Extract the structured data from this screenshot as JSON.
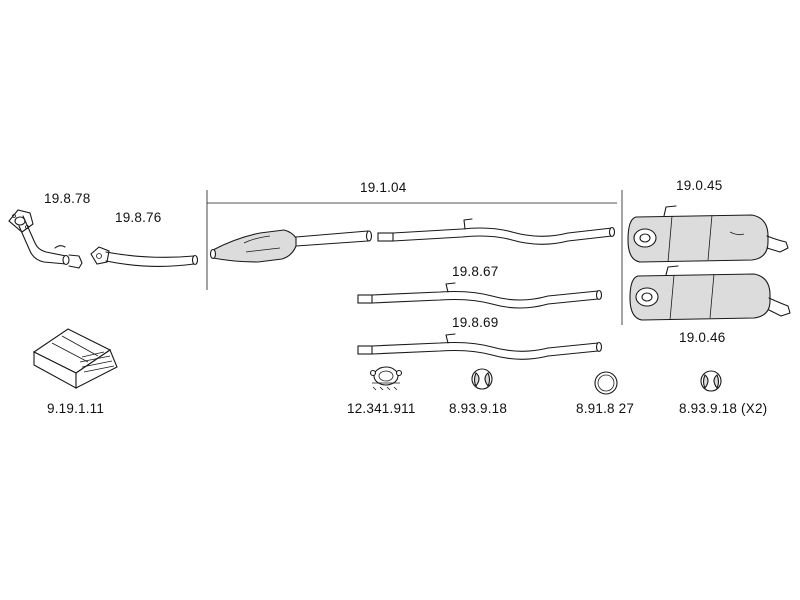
{
  "labels": {
    "front_pipe": "19.8.78",
    "flex_pipe": "19.8.76",
    "catalyst_section": "19.1.04",
    "mid_pipe_a": "19.8.67",
    "mid_pipe_b": "19.8.69",
    "rear_silencer_a": "19.0.45",
    "rear_silencer_b": "19.0.46",
    "mounting_kit": "9.19.1.11",
    "clamp_assembly": "12.341.911",
    "rubber_mount_a": "8.93.9.18",
    "ring_mount": "8.91.8 27",
    "rubber_mount_b": "8.93.9.18 (X2)"
  },
  "colors": {
    "line": "#1a1a1a",
    "background": "#ffffff",
    "shading": "#dcdcdc"
  }
}
